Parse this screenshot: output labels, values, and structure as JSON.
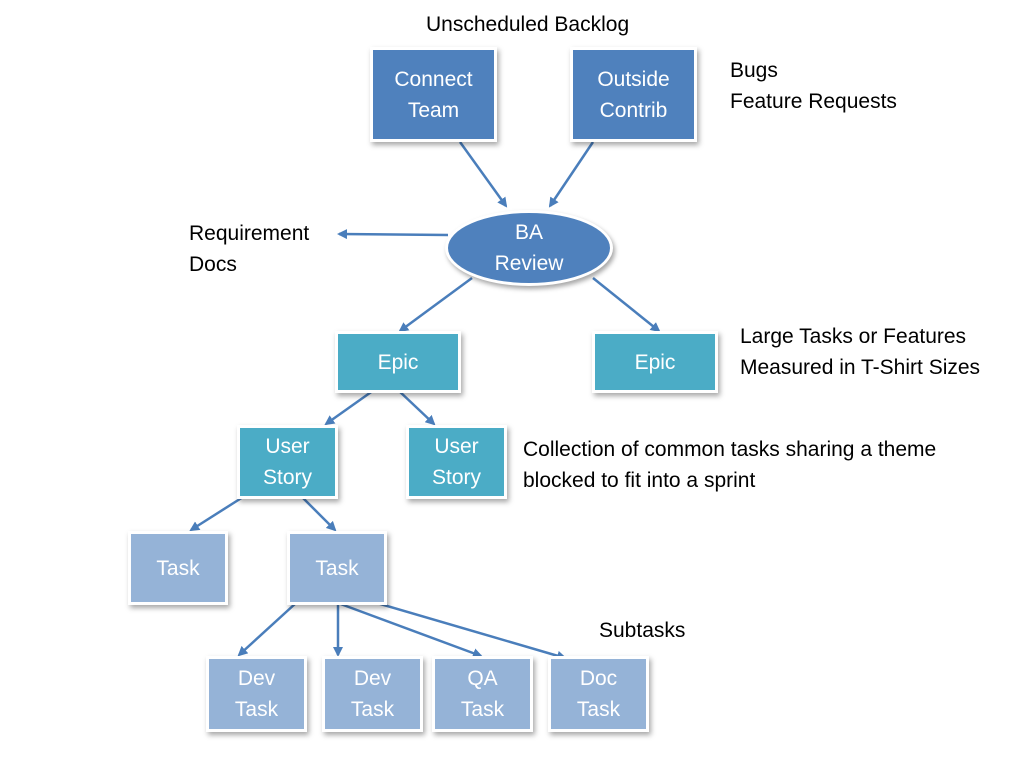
{
  "title": "Unscheduled Backlog",
  "nodes": {
    "connect_team": "Connect\nTeam",
    "outside_contrib": "Outside\nContrib",
    "ba_review": "BA\nReview",
    "epic_left": "Epic",
    "epic_right": "Epic",
    "user_story_left": "User\nStory",
    "user_story_right": "User\nStory",
    "task_left": "Task",
    "task_center": "Task",
    "dev_task_1": "Dev\nTask",
    "dev_task_2": "Dev\nTask",
    "qa_task": "QA\nTask",
    "doc_task": "Doc\nTask"
  },
  "annotations": {
    "bugs_features": "Bugs\nFeature Requests",
    "requirement_docs": "Requirement\nDocs",
    "epic_note": "Large Tasks or Features\nMeasured in T-Shirt Sizes",
    "story_note": "Collection of common tasks sharing a theme\nblocked to fit into a sprint",
    "subtasks": "Subtasks"
  },
  "colors": {
    "dark_node": "#4f81bd",
    "teal_node": "#4bacc6",
    "light_node": "#95b3d7",
    "arrow": "#4a7ebb"
  }
}
